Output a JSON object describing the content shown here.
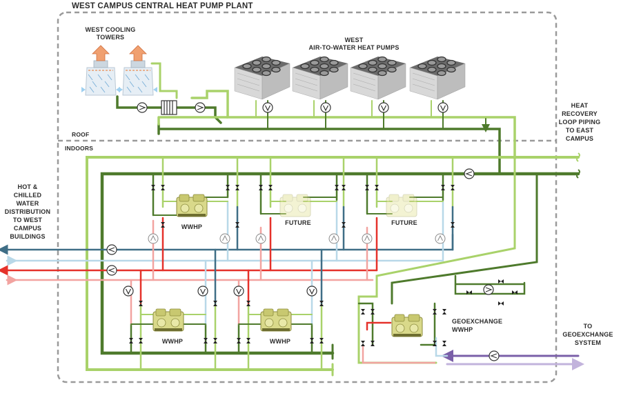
{
  "title": "WEST CAMPUS CENTRAL HEAT PUMP PLANT",
  "zones": {
    "roof": "ROOF",
    "indoors": "INDOORS"
  },
  "labels": {
    "cooling_towers": [
      "WEST COOLING",
      "TOWERS"
    ],
    "air_to_water": [
      "WEST",
      "AIR-TO-WATER HEAT PUMPS"
    ],
    "heat_recovery": [
      "HEAT",
      "RECOVERY",
      "LOOP PIPING",
      "TO EAST",
      "CAMPUS"
    ],
    "distribution": [
      "HOT &",
      "CHILLED",
      "WATER",
      "DISTRIBUTION",
      "TO WEST",
      "CAMPUS",
      "BUILDINGS"
    ],
    "geoexchange_system": [
      "TO",
      "GEOEXCHANGE",
      "SYSTEM"
    ],
    "geoexchange_wwhp": [
      "GEOEXCHANGE",
      "WWHP"
    ]
  },
  "units": {
    "upper_row": [
      "WWHP",
      "FUTURE",
      "FUTURE"
    ],
    "lower_row": [
      "WWHP",
      "WWHP"
    ]
  },
  "colors": {
    "dark_green": "#4e7a2c",
    "light_green": "#a9d26a",
    "dark_blue": "#3f6e86",
    "light_blue": "#b8d8e8",
    "red": "#e5312a",
    "pink": "#f2a3a0",
    "purple": "#7a5fa8",
    "lavender": "#c2b3dc",
    "dashed": "#9a9a9a"
  }
}
